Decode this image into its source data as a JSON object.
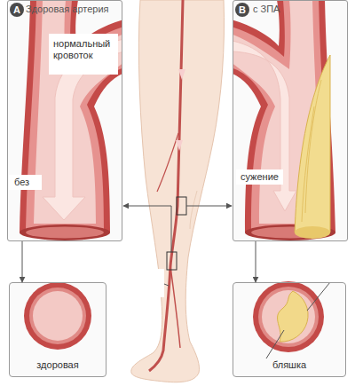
{
  "diagram": {
    "nodes": [
      {
        "text": [
          "Здоровая артерия"
        ]
      },
      {
        "text": [
          "A"
        ],
        "in": 0
      },
      {
        "text": [
          "нормальный кровоток"
        ],
        "in": 0
      },
      {
        "text": [
          "с ЗПА"
        ]
      },
      {
        "text": [
          "B"
        ],
        "in": 3
      },
      {
        "text": [
          "здоровая"
        ]
      },
      {
        "text": [
          "бляшка"
        ]
      }
    ],
    "edges": [
      {
        "from": 0,
        "to": 5,
        "arrow": "to"
      },
      {
        "from": 3,
        "to": 6,
        "arrow": "to"
      }
    ],
    "labels": [
      "без",
      "сужение"
    ]
  }
}
